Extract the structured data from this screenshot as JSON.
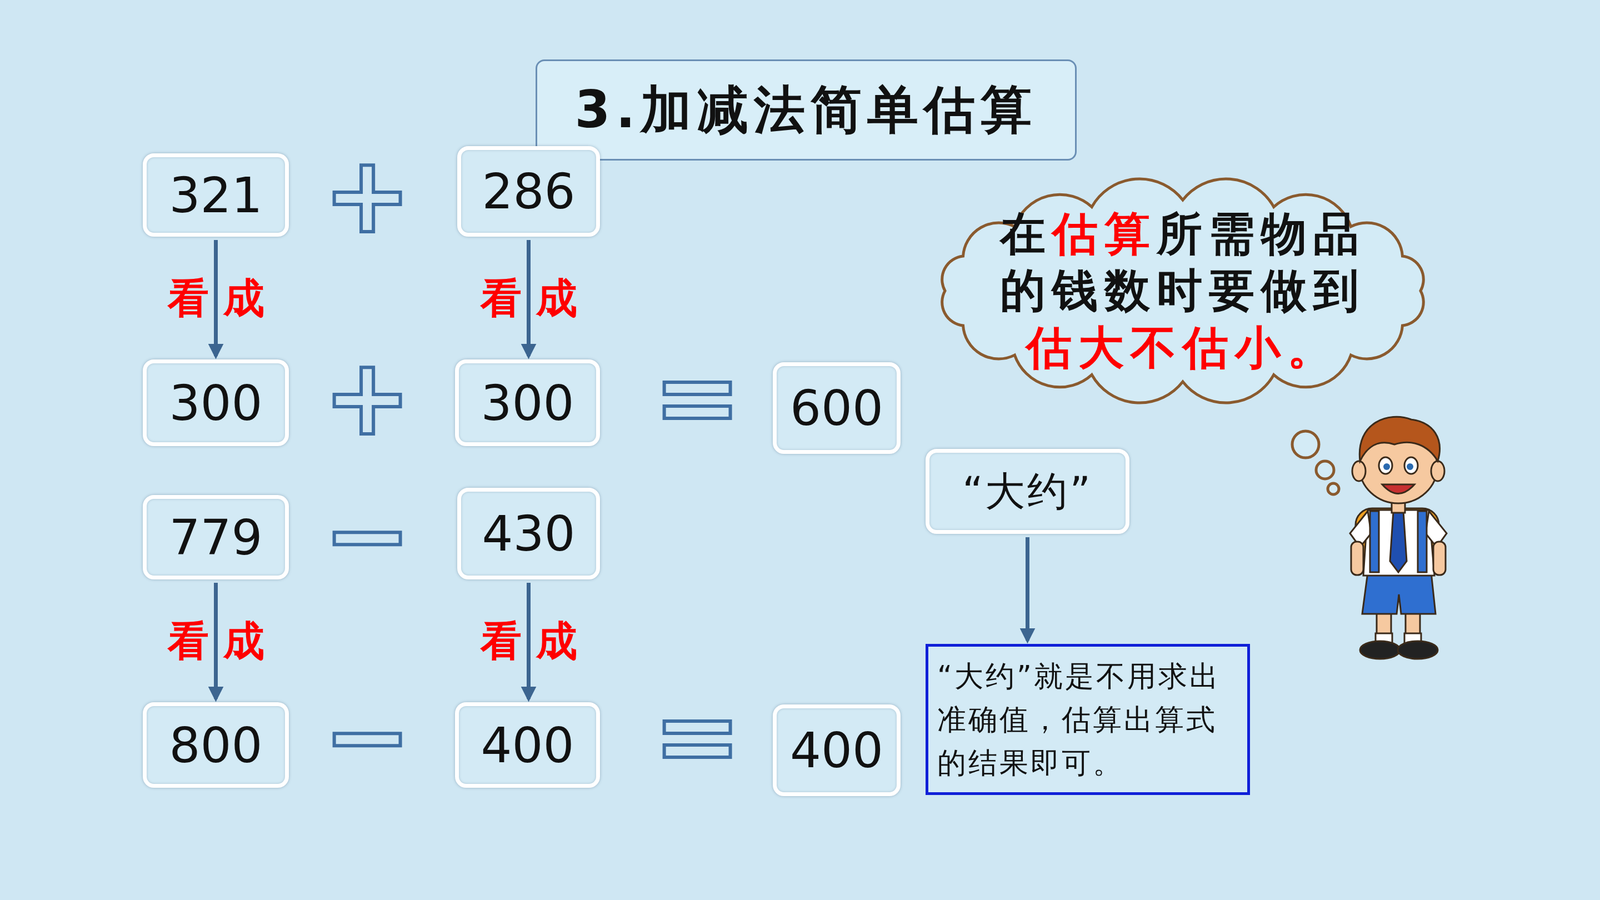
{
  "diagram": {
    "title": "3.加减法简单估算",
    "nodes": [
      {
        "text": [
          "321"
        ]
      },
      {
        "text": [
          "286"
        ]
      },
      {
        "text": [
          "在估算所需物品的钱数时要做到估大不估小。"
        ]
      },
      {
        "text": [
          "300"
        ]
      },
      {
        "text": [
          "300"
        ]
      },
      {
        "text": [
          "600"
        ]
      },
      {
        "text": [
          "“大约”"
        ]
      },
      {
        "text": [
          "779"
        ]
      },
      {
        "text": [
          "430"
        ]
      },
      {
        "text": [
          "800"
        ]
      },
      {
        "text": [
          "400"
        ]
      },
      {
        "text": [
          "400"
        ]
      },
      {
        "text": [
          "“大约”就是不用求出准确值，估算出算式的结果即可。"
        ]
      }
    ],
    "edges": [
      {
        "from": 0,
        "to": 3,
        "label": "看成",
        "arrow": "to"
      },
      {
        "from": 1,
        "to": 4,
        "label": "看成",
        "arrow": "to"
      },
      {
        "from": 7,
        "to": 9,
        "label": "看成",
        "arrow": "to"
      },
      {
        "from": 8,
        "to": 10,
        "label": "看成",
        "arrow": "to"
      },
      {
        "from": 6,
        "to": 12,
        "arrow": "to"
      }
    ],
    "labels": [
      "+",
      "+",
      "=",
      "−",
      "−",
      "="
    ]
  }
}
